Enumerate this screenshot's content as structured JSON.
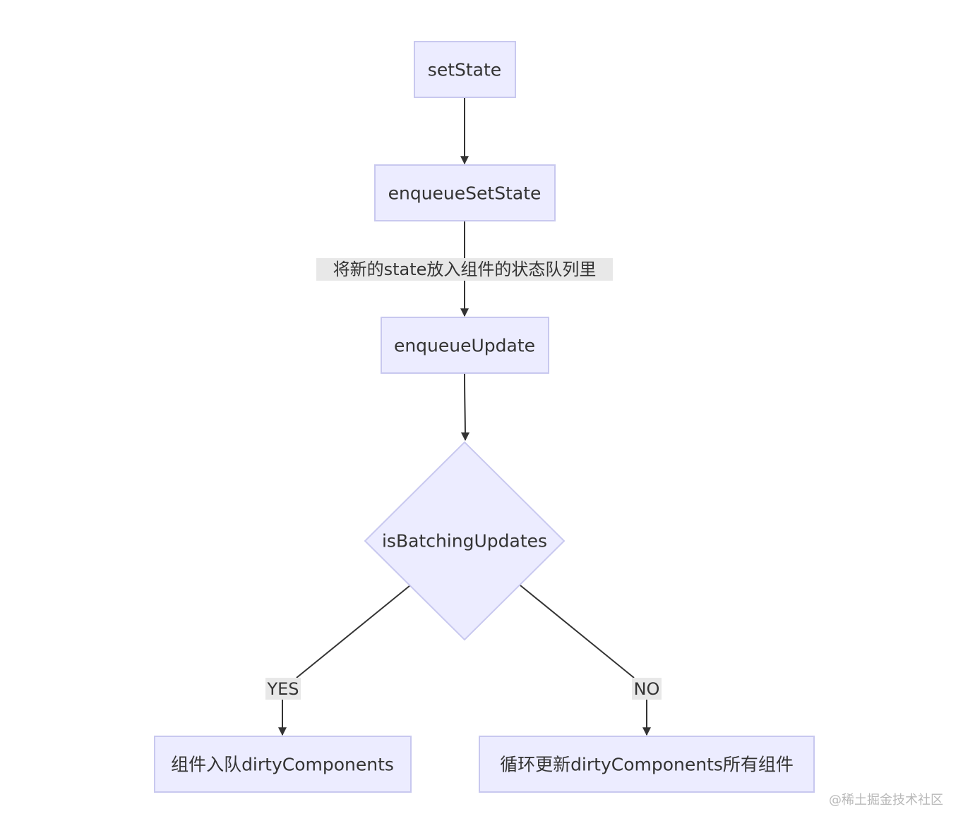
{
  "nodes": {
    "set_state": "setState",
    "enqueue_set_state": "enqueueSetState",
    "enqueue_update": "enqueueUpdate",
    "is_batching_updates": "isBatchingUpdates",
    "enqueue_dirty": "组件入队dirtyComponents",
    "loop_update_dirty": "循环更新dirtyComponents所有组件"
  },
  "edges": {
    "push_state_label": "将新的state放入组件的状态队列里",
    "yes_label": "YES",
    "no_label": "NO"
  },
  "watermark": "@稀土掘金技术社区",
  "colors": {
    "node_fill": "#ececff",
    "node_stroke": "#c8c8ef",
    "edge": "#333333",
    "label_bg": "#e8e8e8"
  }
}
